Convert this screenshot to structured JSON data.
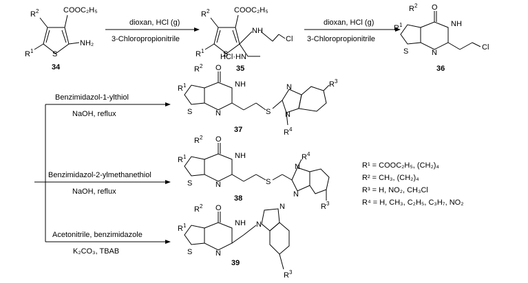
{
  "compounds": {
    "c34": "34",
    "c35": "35",
    "c36": "36",
    "c37": "37",
    "c38": "38",
    "c39": "39"
  },
  "substituents": {
    "R1": "R",
    "R2": "R",
    "R3": "R",
    "R4": "R",
    "sup1": "1",
    "sup2": "2",
    "sup3": "3",
    "sup4": "4"
  },
  "atoms": {
    "ester": "COOC₂H₅",
    "nh2": "NH₂",
    "s": "S",
    "nh": "NH",
    "n": "N",
    "o": "O",
    "cl": "Cl",
    "hcl_hn": "HCl·HN"
  },
  "reactions": {
    "step1_top": "dioxan, HCl (g)",
    "step1_bottom": "3-Chloropropionitrile",
    "step2_top": "dioxan, HCl (g)",
    "step2_bottom": "3-Chloropropionitrile",
    "r37_top": "Benzimidazol-1-ylthiol",
    "r37_bottom": "NaOH, reflux",
    "r38_top": "Benzimidazol-2-ylmethanethiol",
    "r38_bottom": "NaOH, reflux",
    "r39_top": "Acetonitrile, benzimidazole",
    "r39_bottom": "K₂CO₃, TBAB"
  },
  "legend": {
    "r1": "R¹ = COOC₂H₅, (CH₂)₄",
    "r2": "R² = CH₃, (CH₂)₄",
    "r3": "R³ = H, NO₂, CH₃Cl",
    "r4": "R⁴ = H, CH₃, C₂H₅, C₃H₇, NO₂"
  }
}
